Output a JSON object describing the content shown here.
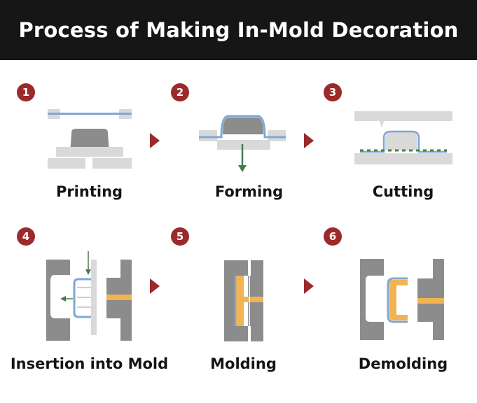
{
  "title": "Process of Making In-Mold Decoration",
  "steps": [
    {
      "number": "1",
      "label": "Printing"
    },
    {
      "number": "2",
      "label": "Forming"
    },
    {
      "number": "3",
      "label": "Cutting"
    },
    {
      "number": "4",
      "label": "Insertion into Mold"
    },
    {
      "number": "5",
      "label": "Molding"
    },
    {
      "number": "6",
      "label": "Demolding"
    }
  ],
  "colors": {
    "header_bg": "#161616",
    "badge": "#9b2a2a",
    "arrow": "#9b2a2a",
    "mold_gray": "#8c8c8c",
    "light_gray": "#d9d9d9",
    "film_blue": "#7fa7d6",
    "resin_orange": "#f2b451",
    "flow_green": "#4a7a4a"
  }
}
